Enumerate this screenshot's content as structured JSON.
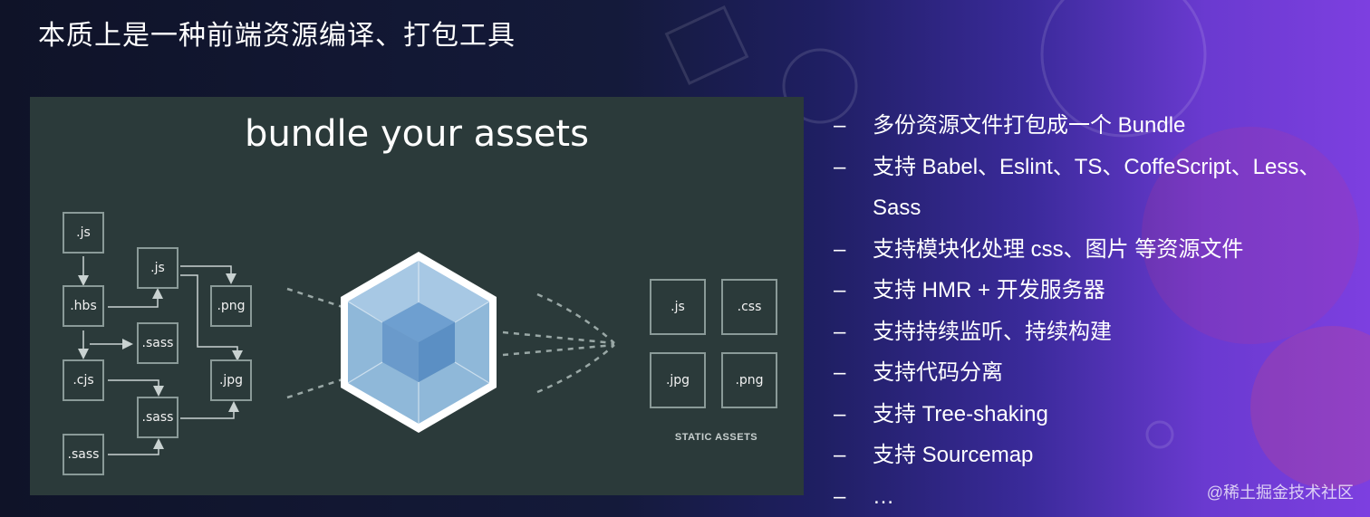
{
  "title": "本质上是一种前端资源编译、打包工具",
  "panel": {
    "title": "bundle your assets",
    "source_nodes": [
      ".js",
      ".js",
      ".hbs",
      ".png",
      ".sass",
      ".cjs",
      ".jpg",
      ".sass",
      ".sass"
    ],
    "output_nodes": [
      ".js",
      ".css",
      ".jpg",
      ".png"
    ],
    "static_label": "STATIC ASSETS"
  },
  "bullets": [
    "多份资源文件打包成一个 Bundle",
    "支持 Babel、Eslint、TS、CoffeScript、Less、Sass",
    "支持模块化处理 css、图片 等资源文件",
    "支持 HMR + 开发服务器",
    "支持持续监听、持续构建",
    "支持代码分离",
    "支持 Tree-shaking",
    "支持 Sourcemap",
    "…"
  ],
  "dash": "–",
  "watermark": "@稀土掘金技术社区",
  "colors": {
    "panel_bg": "#2b3a3a",
    "cube_light": "#8fb8d9",
    "cube_dark": "#5b8fc4",
    "node_border": "#8a9a98"
  }
}
